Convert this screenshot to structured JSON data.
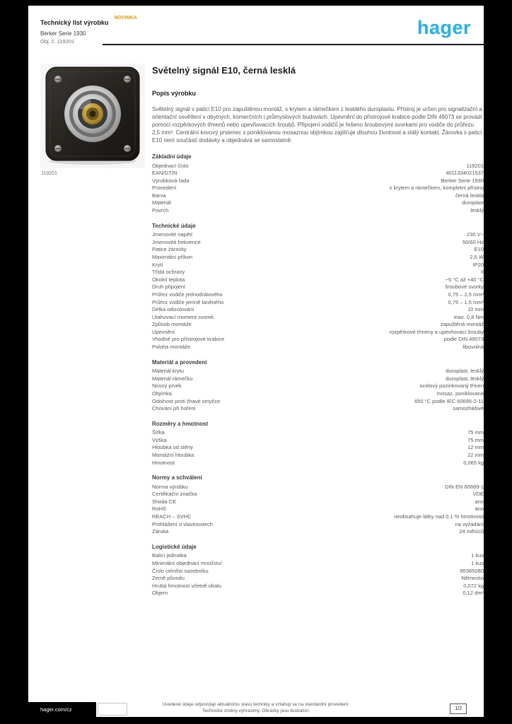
{
  "brand": {
    "logo_text": "hager",
    "logo_color": "#23B2E7",
    "accent_orange": "#f59b00"
  },
  "header": {
    "doc_title": "Technický list výrobku",
    "new_badge": "NOVINKA",
    "line2": "Berker Serie 1930",
    "line3": "Obj. č. 119201"
  },
  "product": {
    "image_caption": "119201",
    "title": "Světelný signál E10, černá lesklá",
    "section_heading": "Popis výrobku",
    "description": "Světelný signál s paticí E10 pro zapuštěnou montáž, s krytem a rámečkem z lesklého duroplastu. Přístroj je určen pro signalizační a orientační osvětlení v obytných, komerčních i průmyslových budovách. Upevnění do přístrojové krabice podle DIN 49073 se provádí pomocí rozpěrkových třmenů nebo upevňovacích šroubů. Připojení vodičů je řešeno šroubovými svorkami pro vodiče do průřezu 2,5 mm². Centrální kovový prstenec s poniklovanou mosaznou objímkou zajišťuje dlouhou životnost a stálý kontakt. Žárovka s paticí E10 není součástí dodávky a objednává se samostatně."
  },
  "sections": [
    {
      "title": "Základní údaje",
      "rows": [
        {
          "label": "Objednací číslo",
          "value": "119201"
        },
        {
          "label": "EAN/GTIN",
          "value": "4011334021537"
        },
        {
          "label": "Výrobková řada",
          "value": "Berker Serie 1930"
        },
        {
          "label": "Provedení",
          "value": "s krytem a rámečkem, kompletní přístroj"
        },
        {
          "label": "Barva",
          "value": "černá lesklá"
        },
        {
          "label": "Materiál",
          "value": "duroplast"
        },
        {
          "label": "Povrch",
          "value": "lesklý"
        }
      ]
    },
    {
      "title": "Technické údaje",
      "rows": [
        {
          "label": "Jmenovité napětí",
          "value": "230 V~"
        },
        {
          "label": "Jmenovitá frekvence",
          "value": "50/60 Hz"
        },
        {
          "label": "Patice žárovky",
          "value": "E10"
        },
        {
          "label": "Maximální příkon",
          "value": "2,6 W"
        },
        {
          "label": "Krytí",
          "value": "IP20"
        },
        {
          "label": "Třída ochrany",
          "value": "II"
        },
        {
          "label": "Okolní teplota",
          "value": "−5 °C až +40 °C"
        },
        {
          "label": "Druh připojení",
          "value": "šroubové svorky"
        },
        {
          "label": "Průřez vodiče jednodrátového",
          "value": "0,75 – 2,5 mm²"
        },
        {
          "label": "Průřez vodiče jemně laněného",
          "value": "0,75 – 1,5 mm²"
        },
        {
          "label": "Délka odizolování",
          "value": "10 mm"
        },
        {
          "label": "Utahovací moment svorek",
          "value": "max. 0,8 Nm"
        },
        {
          "label": "Způsob montáže",
          "value": "zapuštěná montáž"
        },
        {
          "label": "Upevnění",
          "value": "rozpěrkové třmeny a upevňovací šrouby"
        },
        {
          "label": "Vhodné pro přístrojové krabice",
          "value": "podle DIN 49073"
        },
        {
          "label": "Poloha montáže",
          "value": "libovolná"
        }
      ]
    },
    {
      "title": "Materiál a provedení",
      "rows": [
        {
          "label": "Materiál krytu",
          "value": "duroplast, lesklý"
        },
        {
          "label": "Materiál rámečku",
          "value": "duroplast, lesklý"
        },
        {
          "label": "Nosný prvek",
          "value": "ocelový pozinkovaný třmen"
        },
        {
          "label": "Objímka",
          "value": "mosaz, poniklovaná"
        },
        {
          "label": "Odolnost proti žhavé smyčce",
          "value": "650 °C podle IEC 60695-2-11"
        },
        {
          "label": "Chování při hoření",
          "value": "samozhášivé"
        }
      ]
    },
    {
      "title": "Rozměry a hmotnost",
      "rows": [
        {
          "label": "Šířka",
          "value": "75 mm"
        },
        {
          "label": "Výška",
          "value": "75 mm"
        },
        {
          "label": "Hloubka od stěny",
          "value": "12 mm"
        },
        {
          "label": "Montážní hloubka",
          "value": "22 mm"
        },
        {
          "label": "Hmotnost",
          "value": "0,065 kg"
        }
      ]
    },
    {
      "title": "Normy a schválení",
      "rows": [
        {
          "label": "Norma výrobku",
          "value": "DIN EN 60669-1"
        },
        {
          "label": "Certifikační značka",
          "value": "VDE"
        },
        {
          "label": "Shoda CE",
          "value": "ano"
        },
        {
          "label": "RoHS",
          "value": "ano"
        },
        {
          "label": "REACH – SVHC",
          "value": "neobsahuje látky nad 0,1 % hmotnosti"
        },
        {
          "label": "Prohlášení o vlastnostech",
          "value": "na vyžádání"
        },
        {
          "label": "Záruka",
          "value": "24 měsíců"
        }
      ]
    },
    {
      "title": "Logistické údaje",
      "rows": [
        {
          "label": "Balicí jednotka",
          "value": "1 kus"
        },
        {
          "label": "Minimální objednací množství",
          "value": "1 kus"
        },
        {
          "label": "Číslo celního sazebníku",
          "value": "85365080"
        },
        {
          "label": "Země původu",
          "value": "Německo"
        },
        {
          "label": "Hrubá hmotnost včetně obalu",
          "value": "0,072 kg"
        },
        {
          "label": "Objem",
          "value": "0,12 dm³"
        }
      ]
    }
  ],
  "footer": {
    "url": "hager.com/cz",
    "note1": "Uvedené údaje odpovídají aktuálnímu stavu techniky a vztahují se na standardní provedení.",
    "note2": "Technické změny vyhrazeny. Obrázky jsou ilustrační.",
    "page_indicator": "1/2"
  }
}
